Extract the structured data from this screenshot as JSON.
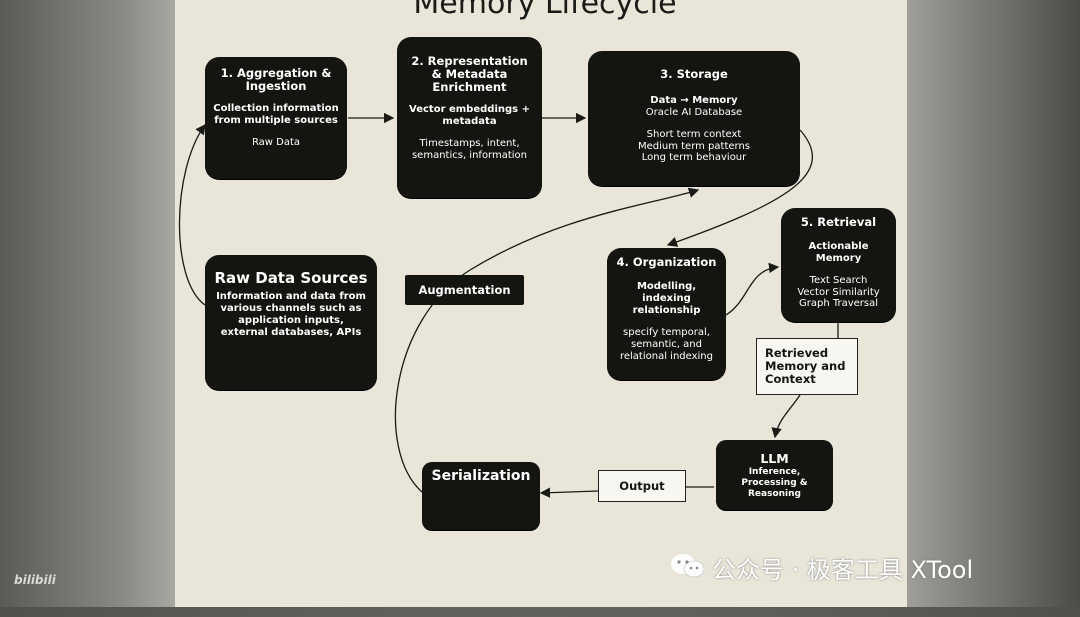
{
  "title": "Memory Lifecycle",
  "nodes": {
    "aggregation": {
      "heading": "1. Aggregation & Ingestion",
      "body": "Collection information from multiple sources",
      "detail": "Raw Data"
    },
    "representation": {
      "heading": "2. Representation & Metadata Enrichment",
      "body": "Vector embeddings + metadata",
      "detail": "Timestamps, intent, semantics, information"
    },
    "storage": {
      "heading": "3. Storage",
      "body": "Data → Memory",
      "subtitle": "Oracle AI Database",
      "details": [
        "Short term context",
        "Medium term patterns",
        "Long term behaviour"
      ]
    },
    "organization": {
      "heading": "4. Organization",
      "body": "Modelling, indexing relationship",
      "detail": "specify temporal, semantic, and relational indexing"
    },
    "retrieval": {
      "heading": "5. Retrieval",
      "body": "Actionable Memory",
      "details": [
        "Text Search",
        "Vector Similarity",
        "Graph Traversal"
      ]
    },
    "raw_sources": {
      "heading": "Raw Data Sources",
      "body": "Information and data from various channels such as application inputs, external databases, APIs"
    },
    "llm": {
      "heading": "LLM",
      "body": "Inference, Processing & Reasoning"
    },
    "serialization": {
      "heading": "Serialization"
    }
  },
  "labels": {
    "augmentation": "Augmentation",
    "retrieved": "Retrieved Memory and Context",
    "output": "Output"
  },
  "watermark": {
    "text": "公众号 · 极客工具 XTool",
    "icon": "wechat-icon",
    "corner": "bilibili"
  }
}
